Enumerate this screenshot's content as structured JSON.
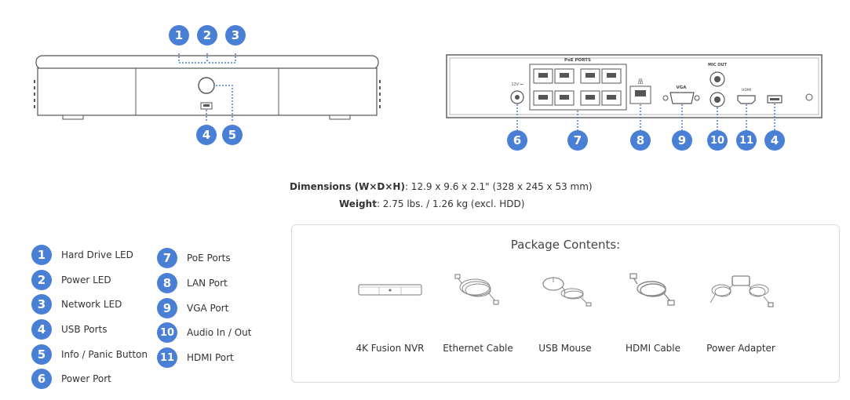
{
  "callouts_front": [
    "1",
    "2",
    "3",
    "4",
    "5"
  ],
  "callouts_back": [
    "6",
    "7",
    "8",
    "9",
    "10",
    "11",
    "4"
  ],
  "rear_labels": {
    "poe_ports": "PoE PORTS",
    "vga": "VGA",
    "mic_out": "MIC OUT"
  },
  "specs": {
    "dimensions_label": "Dimensions (W×D×H)",
    "dimensions_value": ": 12.9 x 9.6 x 2.1\" (328 x 245 x 53 mm)",
    "weight_label": "Weight",
    "weight_value": ": 2.75 lbs. / 1.26 kg (excl. HDD)"
  },
  "legend": [
    {
      "num": "1",
      "label": "Hard Drive LED"
    },
    {
      "num": "2",
      "label": "Power LED"
    },
    {
      "num": "3",
      "label": "Network LED"
    },
    {
      "num": "4",
      "label": "USB Ports"
    },
    {
      "num": "5",
      "label": "Info / Panic Button"
    },
    {
      "num": "6",
      "label": "Power Port"
    },
    {
      "num": "7",
      "label": "PoE Ports"
    },
    {
      "num": "8",
      "label": "LAN Port"
    },
    {
      "num": "9",
      "label": "VGA Port"
    },
    {
      "num": "10",
      "label": "Audio In / Out"
    },
    {
      "num": "11",
      "label": "HDMI Port"
    }
  ],
  "package": {
    "title": "Package Contents:",
    "items": [
      {
        "label": "4K Fusion NVR",
        "icon": "nvr-icon"
      },
      {
        "label": "Ethernet Cable",
        "icon": "ethernet-cable-icon"
      },
      {
        "label": "USB Mouse",
        "icon": "usb-mouse-icon"
      },
      {
        "label": "HDMI Cable",
        "icon": "hdmi-cable-icon"
      },
      {
        "label": "Power Adapter",
        "icon": "power-adapter-icon"
      }
    ]
  },
  "colors": {
    "badge": "#4a7fd6",
    "device_stroke": "#555555",
    "dotted_line": "#4a7fd6"
  }
}
